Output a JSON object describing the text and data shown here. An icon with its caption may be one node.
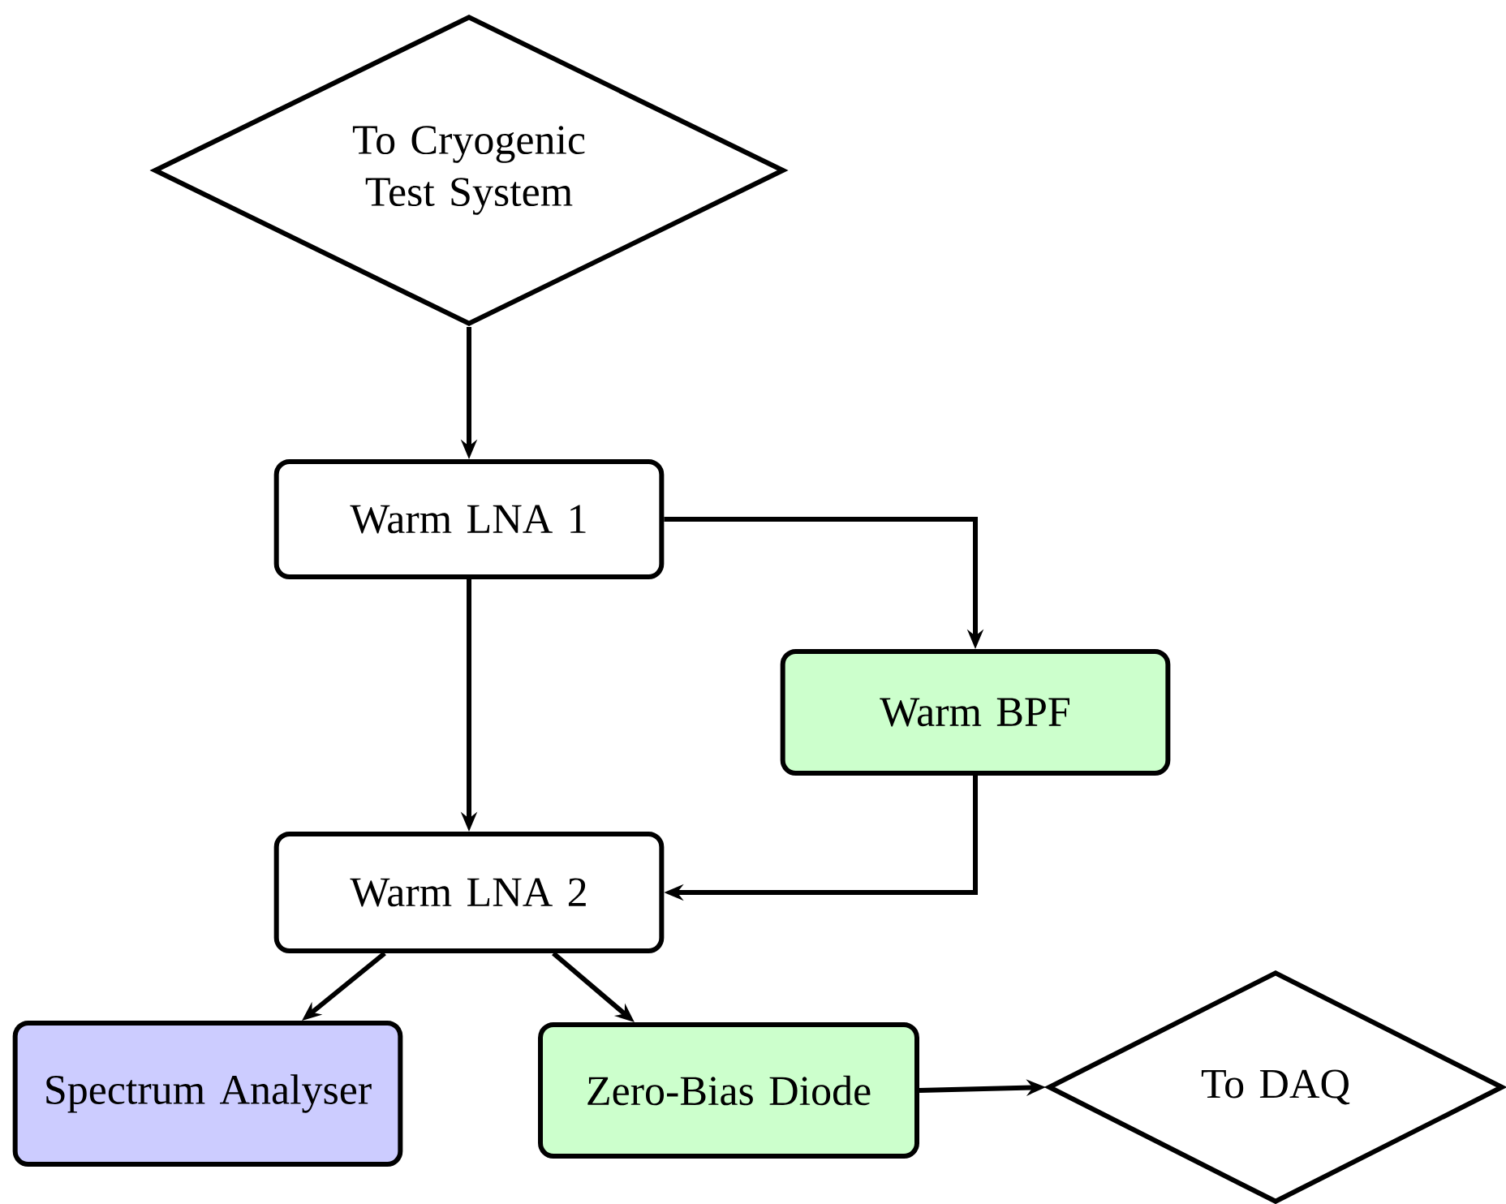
{
  "diagram": {
    "nodes": [
      {
        "text": [
          "To Cryogenic Test System"
        ]
      },
      {
        "text": [
          "Warm LNA 1"
        ]
      },
      {
        "text": [
          "Warm BPF"
        ]
      },
      {
        "text": [
          "Warm LNA 2"
        ]
      },
      {
        "text": [
          "Spectrum Analyser"
        ]
      },
      {
        "text": [
          "Zero-Bias Diode"
        ]
      },
      {
        "text": [
          "To DAQ"
        ]
      }
    ],
    "edges": [
      {
        "from": 0,
        "to": 1,
        "arrow": "to"
      },
      {
        "from": 1,
        "to": 2,
        "arrow": "to"
      },
      {
        "from": 1,
        "to": 3,
        "arrow": "to"
      },
      {
        "from": 2,
        "to": 3,
        "arrow": "to"
      },
      {
        "from": 3,
        "to": 4,
        "arrow": "to"
      },
      {
        "from": 3,
        "to": 5,
        "arrow": "to"
      },
      {
        "from": 5,
        "to": 6,
        "arrow": "to"
      }
    ]
  }
}
